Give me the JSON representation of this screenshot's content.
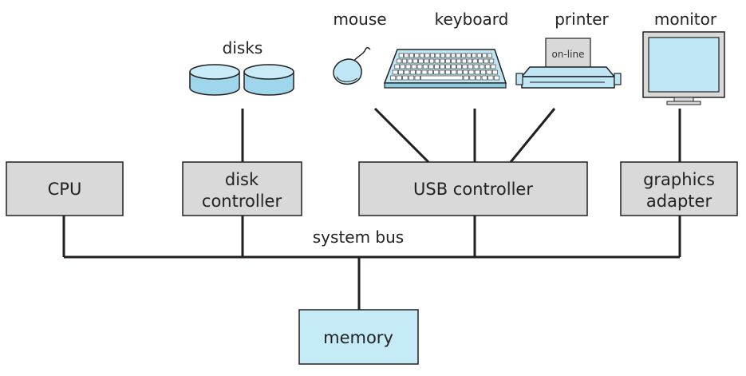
{
  "labels": {
    "cpu": "CPU",
    "disk_controller_line1": "disk",
    "disk_controller_line2": "controller",
    "usb_controller": "USB controller",
    "graphics_adapter_line1": "graphics",
    "graphics_adapter_line2": "adapter",
    "memory": "memory",
    "system_bus": "system bus",
    "disks": "disks",
    "mouse": "mouse",
    "keyboard": "keyboard",
    "printer": "printer",
    "monitor": "monitor",
    "printer_status": "on-line"
  },
  "colors": {
    "controller_fill": "#d9d9d9",
    "memory_fill": "#c5ecf6",
    "device_fill": "#bfe6f4",
    "line": "#231f20"
  },
  "icons": {
    "disks": "disk-drive-icon",
    "mouse": "mouse-icon",
    "keyboard": "keyboard-icon",
    "printer": "printer-icon",
    "monitor": "monitor-icon"
  }
}
